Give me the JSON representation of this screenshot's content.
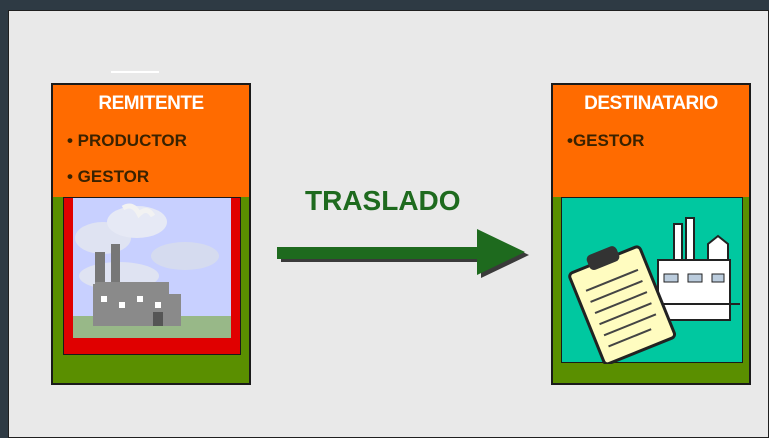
{
  "sender": {
    "title": "REMITENTE",
    "items": [
      "• PRODUCTOR",
      "• GESTOR"
    ]
  },
  "arrow": {
    "label": "TRASLADO"
  },
  "recipient": {
    "title": "DESTINATARIO",
    "items": [
      "•GESTOR"
    ]
  },
  "colors": {
    "header": "#ff6b00",
    "green": "#5a8f00",
    "arrow": "#1e6a1e",
    "teal": "#00c8a0",
    "red": "#e00000"
  }
}
